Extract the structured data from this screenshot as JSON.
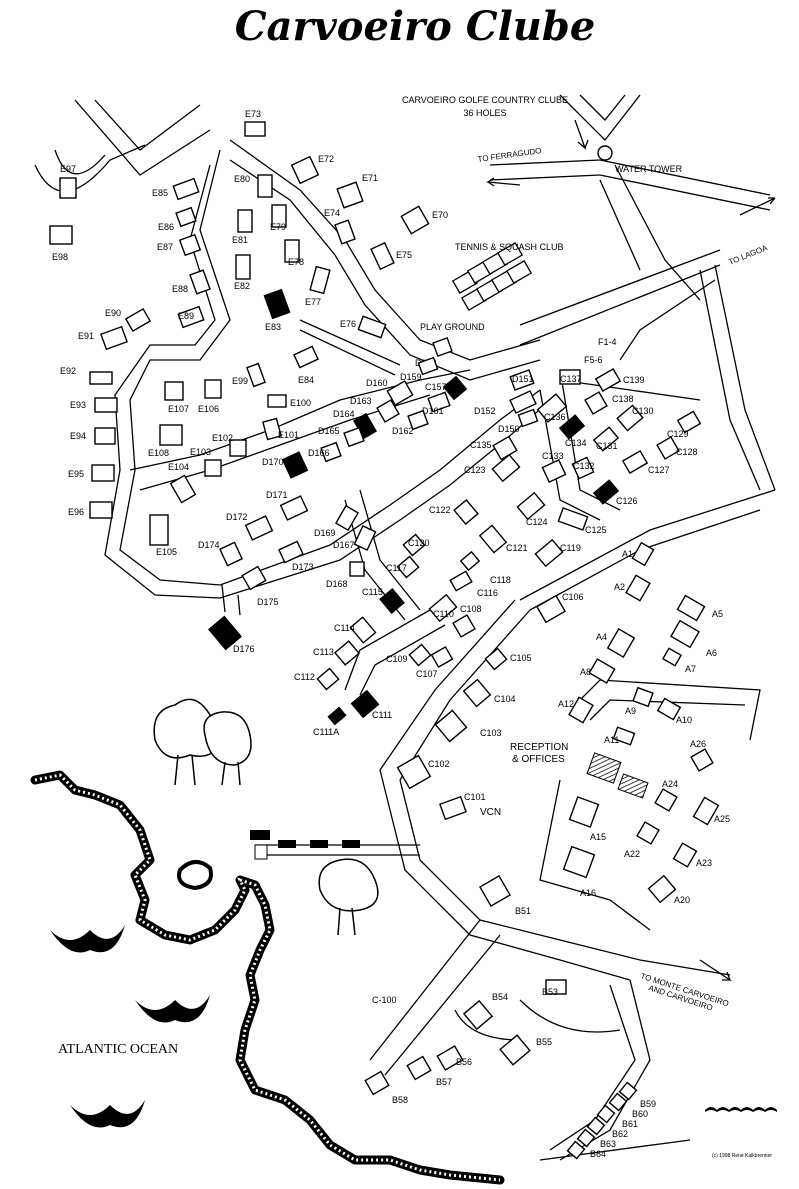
{
  "title": "Carvoeiro Clube",
  "labels": {
    "golf": "CARVOEIRO GOLFE COUNTRY CLUBE",
    "holes": "36 HOLES",
    "ferragudo": "TO FERRAGUDO",
    "water_tower": "WATER TOWER",
    "lagoa": "TO LAGOA",
    "tennis": "TENNIS & SQUASH CLUB",
    "playground": "PLAY GROUND",
    "reception": "RECEPTION",
    "offices": "& OFFICES",
    "monte_1": "TO MONTE CARVOEIRO",
    "monte_2": "AND CARVOEIRO",
    "ocean": "ATLANTIC OCEAN",
    "vcn": "VCN",
    "f14": "F1-4",
    "f56": "F5-6",
    "c100": "C-100",
    "copyright": "(c) 1998 René Kalkbrenner"
  },
  "buildings": [
    {
      "code": "E73",
      "solid": false
    },
    {
      "code": "E72",
      "solid": false
    },
    {
      "code": "E71",
      "solid": false
    },
    {
      "code": "E70",
      "solid": false
    },
    {
      "code": "E74",
      "solid": false
    },
    {
      "code": "E75",
      "solid": false
    },
    {
      "code": "E80",
      "solid": false
    },
    {
      "code": "E79",
      "solid": false
    },
    {
      "code": "E81",
      "solid": false
    },
    {
      "code": "E78",
      "solid": false
    },
    {
      "code": "E82",
      "solid": false
    },
    {
      "code": "E77",
      "solid": false
    },
    {
      "code": "E83",
      "solid": true
    },
    {
      "code": "E76",
      "solid": false
    },
    {
      "code": "E85",
      "solid": false
    },
    {
      "code": "E86",
      "solid": false
    },
    {
      "code": "E87",
      "solid": false
    },
    {
      "code": "E88",
      "solid": false
    },
    {
      "code": "E89",
      "solid": false
    },
    {
      "code": "E90",
      "solid": false
    },
    {
      "code": "E91",
      "solid": false
    },
    {
      "code": "E92",
      "solid": false
    },
    {
      "code": "E93",
      "solid": false
    },
    {
      "code": "E94",
      "solid": false
    },
    {
      "code": "E95",
      "solid": false
    },
    {
      "code": "E96",
      "solid": false
    },
    {
      "code": "E97",
      "solid": false
    },
    {
      "code": "E98",
      "solid": false
    },
    {
      "code": "E99",
      "solid": false
    },
    {
      "code": "E100",
      "solid": false
    },
    {
      "code": "E101",
      "solid": false
    },
    {
      "code": "E102",
      "solid": false
    },
    {
      "code": "E103",
      "solid": false
    },
    {
      "code": "E104",
      "solid": false
    },
    {
      "code": "E105",
      "solid": false
    },
    {
      "code": "E106",
      "solid": false
    },
    {
      "code": "E107",
      "solid": false
    },
    {
      "code": "E108",
      "solid": false
    },
    {
      "code": "E84",
      "solid": false
    },
    {
      "code": "D158",
      "solid": false
    },
    {
      "code": "D159",
      "solid": false
    },
    {
      "code": "D160",
      "solid": false
    },
    {
      "code": "D161",
      "solid": false
    },
    {
      "code": "D162",
      "solid": false
    },
    {
      "code": "D163",
      "solid": false
    },
    {
      "code": "D164",
      "solid": true
    },
    {
      "code": "D165",
      "solid": false
    },
    {
      "code": "D166",
      "solid": false
    },
    {
      "code": "D170",
      "solid": true
    },
    {
      "code": "D171",
      "solid": false
    },
    {
      "code": "D172",
      "solid": false
    },
    {
      "code": "D174",
      "solid": false
    },
    {
      "code": "D173",
      "solid": false
    },
    {
      "code": "D175",
      "solid": false
    },
    {
      "code": "D176",
      "solid": true
    },
    {
      "code": "D169",
      "solid": false
    },
    {
      "code": "D167",
      "solid": false
    },
    {
      "code": "D168",
      "solid": false
    },
    {
      "code": "D150",
      "solid": false
    },
    {
      "code": "D151",
      "solid": false
    },
    {
      "code": "D152",
      "solid": false
    },
    {
      "code": "C157",
      "solid": true
    },
    {
      "code": "C137",
      "solid": false
    },
    {
      "code": "C139",
      "solid": false
    },
    {
      "code": "C138",
      "solid": false
    },
    {
      "code": "C136",
      "solid": false
    },
    {
      "code": "C134",
      "solid": true
    },
    {
      "code": "C130",
      "solid": false
    },
    {
      "code": "C131",
      "solid": false
    },
    {
      "code": "C129",
      "solid": false
    },
    {
      "code": "C128",
      "solid": false
    },
    {
      "code": "C133",
      "solid": false
    },
    {
      "code": "C132",
      "solid": false
    },
    {
      "code": "C127",
      "solid": false
    },
    {
      "code": "C126",
      "solid": true
    },
    {
      "code": "C135",
      "solid": false
    },
    {
      "code": "C123",
      "solid": false
    },
    {
      "code": "C122",
      "solid": false
    },
    {
      "code": "C124",
      "solid": false
    },
    {
      "code": "C125",
      "solid": false
    },
    {
      "code": "C121",
      "solid": false
    },
    {
      "code": "C119",
      "solid": false
    },
    {
      "code": "C120",
      "solid": false
    },
    {
      "code": "C118",
      "solid": false
    },
    {
      "code": "C117",
      "solid": false
    },
    {
      "code": "C116",
      "solid": false
    },
    {
      "code": "C115",
      "solid": true
    },
    {
      "code": "C110",
      "solid": false
    },
    {
      "code": "C108",
      "solid": false
    },
    {
      "code": "C114",
      "solid": false
    },
    {
      "code": "C113",
      "solid": false
    },
    {
      "code": "C112",
      "solid": false
    },
    {
      "code": "C109",
      "solid": false
    },
    {
      "code": "C107",
      "solid": false
    },
    {
      "code": "C111",
      "solid": true
    },
    {
      "code": "C111A",
      "solid": true
    },
    {
      "code": "C106",
      "solid": false
    },
    {
      "code": "C105",
      "solid": false
    },
    {
      "code": "C104",
      "solid": false
    },
    {
      "code": "C103",
      "solid": false
    },
    {
      "code": "C102",
      "solid": false
    },
    {
      "code": "C101",
      "solid": false
    },
    {
      "code": "A1",
      "solid": false
    },
    {
      "code": "A2",
      "solid": false
    },
    {
      "code": "A4",
      "solid": false
    },
    {
      "code": "A5",
      "solid": false
    },
    {
      "code": "A6",
      "solid": false
    },
    {
      "code": "A7",
      "solid": false
    },
    {
      "code": "A8",
      "solid": false
    },
    {
      "code": "A9",
      "solid": false
    },
    {
      "code": "A10",
      "solid": false
    },
    {
      "code": "A11",
      "solid": false
    },
    {
      "code": "A12",
      "solid": false
    },
    {
      "code": "A15",
      "solid": false
    },
    {
      "code": "A16",
      "solid": false
    },
    {
      "code": "A20",
      "solid": false
    },
    {
      "code": "A22",
      "solid": false
    },
    {
      "code": "A23",
      "solid": false
    },
    {
      "code": "A24",
      "solid": false
    },
    {
      "code": "A25",
      "solid": false
    },
    {
      "code": "A26",
      "solid": false
    },
    {
      "code": "B51",
      "solid": false
    },
    {
      "code": "B53",
      "solid": false
    },
    {
      "code": "B54",
      "solid": false
    },
    {
      "code": "B55",
      "solid": false
    },
    {
      "code": "B56",
      "solid": false
    },
    {
      "code": "B57",
      "solid": false
    },
    {
      "code": "B58",
      "solid": false
    },
    {
      "code": "B59",
      "solid": false
    },
    {
      "code": "B60",
      "solid": false
    },
    {
      "code": "B61",
      "solid": false
    },
    {
      "code": "B62",
      "solid": false
    },
    {
      "code": "B63",
      "solid": false
    },
    {
      "code": "B64",
      "solid": false
    }
  ]
}
